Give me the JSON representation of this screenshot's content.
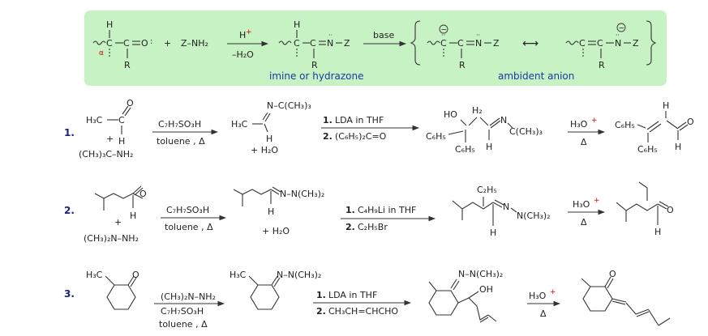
{
  "header": {
    "reagent": "Z–NH₂",
    "acid": "H",
    "acid_charge": "+",
    "water_loss": "–H₂O",
    "base_label": "base",
    "imine_caption": "imine or hydrazone",
    "anion_caption": "ambident anion",
    "alpha_label": "α",
    "plus": "+",
    "resonance_arrow": "⟷",
    "minus": "−"
  },
  "rxn1": {
    "number": "1.",
    "reactant_a": "H₃C",
    "reactant_b": "(CH₃)₃C–NH₂",
    "plus": "+",
    "cond_top": "C₇H₇SO₃H",
    "cond_bottom": "toluene , Δ",
    "imine_sub": "N–C(CH₃)₃",
    "imine_me": "H₃C",
    "water": "+ H₂O",
    "step1": "LDA in THF",
    "step2": "(C₆H₅)₂C=O",
    "step1_num": "1.",
    "step2_num": "2.",
    "adduct_ho": "HO",
    "adduct_h2": "H₂",
    "adduct_tbu": "C(CH₃)₃",
    "adduct_ph1": "C₆H₅",
    "adduct_ph2": "C₆H₅",
    "hyd": "H₃O",
    "hyd_charge": "+",
    "delta": "Δ",
    "prod_ph1": "C₆H₅",
    "prod_ph2": "C₆H₅"
  },
  "rxn2": {
    "number": "2.",
    "plus": "+",
    "reactant_b": "(CH₃)₂N–NH₂",
    "cond_top": "C₇H₇SO₃H",
    "cond_bottom": "toluene , Δ",
    "hydrazone_sub": "N–N(CH₃)₂",
    "water": "+ H₂O",
    "step1": "C₄H₉Li in THF",
    "step2": "C₂H₅Br",
    "step1_num": "1.",
    "step2_num": "2.",
    "ethyl": "C₂H₅",
    "nme2": "N(CH₃)₂",
    "hyd": "H₃O",
    "hyd_charge": "+",
    "delta": "Δ"
  },
  "rxn3": {
    "number": "3.",
    "methyl": "H₃C",
    "reagent_top": "(CH₃)₂N–NH₂",
    "cond_mid": "C₇H₇SO₃H",
    "cond_bottom": "toluene , Δ",
    "hydrazone_me": "H₃C",
    "hydrazone_sub": "N–N(CH₃)₂",
    "step1": "LDA in THF",
    "step2": "CH₃CH=CHCHO",
    "step1_num": "1.",
    "step2_num": "2.",
    "adduct_sub": "N–N(CH₃)₂",
    "oh": "OH",
    "hyd": "H₃O",
    "hyd_charge": "+",
    "delta": "Δ"
  }
}
